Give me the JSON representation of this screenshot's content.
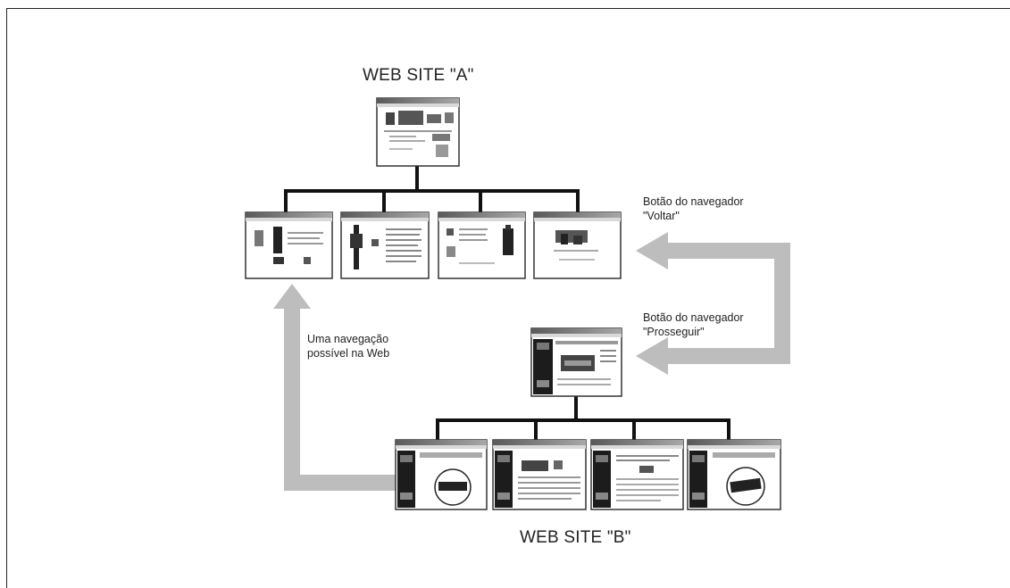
{
  "site_a_title": "WEB SITE \"A\"",
  "site_b_title": "WEB SITE \"B\"",
  "back_button_label": "Botão do navegador\n\"Voltar\"",
  "forward_button_label": "Botão do navegador\n\"Prosseguir\"",
  "navigation_label": "Uma navegação\npossível na Web",
  "colors": {
    "arrow": "#bdbdbd",
    "connector": "#111111",
    "thumb_border": "#333333"
  }
}
